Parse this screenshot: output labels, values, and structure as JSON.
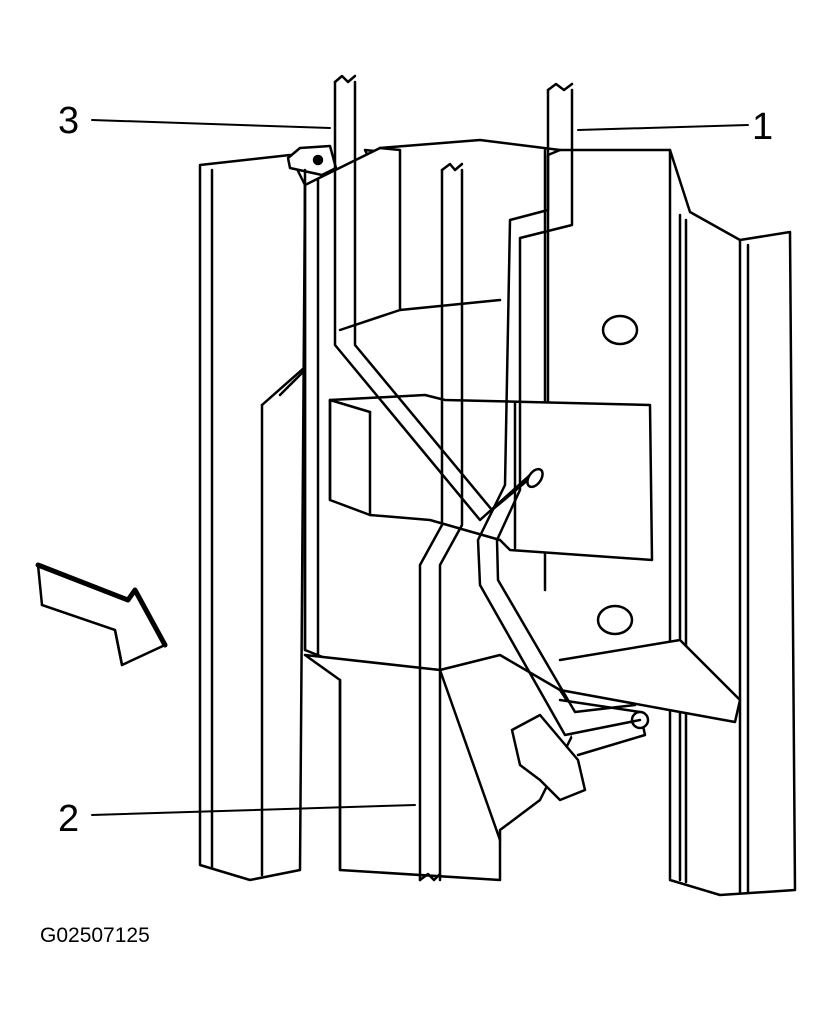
{
  "callouts": {
    "one": "1",
    "two": "2",
    "three": "3"
  },
  "figure_code": "G02507125",
  "icons": {
    "direction_arrow": "view-direction-arrow-icon"
  },
  "colors": {
    "line": "#000000",
    "background": "#ffffff"
  }
}
